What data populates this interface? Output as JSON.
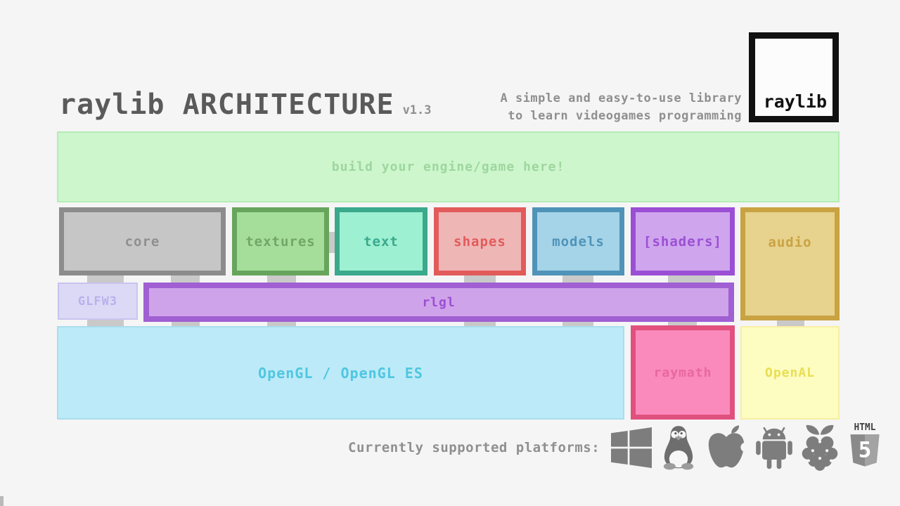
{
  "colors": {
    "background": "#f5f5f5",
    "connector": "#c9c9c9",
    "corner_mark": "#b9b9b9",
    "title": "#5a5a5a",
    "muted": "#8f8f8f",
    "icon_gray": "#7d7d7d"
  },
  "header": {
    "title": "raylib ARCHITECTURE",
    "version": "v1.3",
    "tagline_line1": "A simple and easy-to-use library",
    "tagline_line2": "to learn videogames programming"
  },
  "logo": {
    "text": "raylib",
    "border": "#111111",
    "fill": "#fcfcfc",
    "text_color": "#111111"
  },
  "diagram": {
    "engine_box": {
      "label": "build your engine/game here!",
      "fill": "#cdf6cd",
      "border": "#b5ecb5",
      "text": "#9ed69e"
    },
    "modules": [
      {
        "label": "core",
        "fill": "#c6c6c6",
        "border": "#8c8c8c",
        "text": "#8f8f8f"
      },
      {
        "label": "textures",
        "fill": "#a5de9b",
        "border": "#68a55c",
        "text": "#72a568"
      },
      {
        "label": "text",
        "fill": "#9ef0d2",
        "border": "#3aa98c",
        "text": "#3aa98c"
      },
      {
        "label": "shapes",
        "fill": "#efb6b6",
        "border": "#e25b5b",
        "text": "#e25b5b"
      },
      {
        "label": "models",
        "fill": "#a5d4e8",
        "border": "#4f93b8",
        "text": "#4f93b8"
      },
      {
        "label": "[shaders]",
        "fill": "#cfa5ee",
        "border": "#9b4fd4",
        "text": "#9b4fd4"
      },
      {
        "label": "audio",
        "fill": "#e7d28e",
        "border": "#c9a342",
        "text": "#c9a342"
      }
    ],
    "glfw_box": {
      "label": "GLFW3",
      "fill": "#dcd9f7",
      "border": "#c9c3f0",
      "text": "#b9b1ea"
    },
    "rlgl_box": {
      "label": "rlgl",
      "fill": "#cfa3ea",
      "border": "#a05fd2",
      "text": "#9b4fd4"
    },
    "opengl_box": {
      "label": "OpenGL / OpenGL ES",
      "fill": "#bdeaf8",
      "border": "#a9ddee",
      "text": "#4ec7e0"
    },
    "raymath_box": {
      "label": "raymath",
      "fill": "#fa8abc",
      "border": "#e0517e",
      "text": "#e8689c"
    },
    "openal_box": {
      "label": "OpenAL",
      "fill": "#fdfcc1",
      "border": "#f6f0a2",
      "text": "#e8df52"
    }
  },
  "platforms": {
    "label": "Currently supported platforms:",
    "icons": [
      "windows-icon",
      "linux-icon",
      "apple-icon",
      "android-icon",
      "raspberry-pi-icon",
      "html5-icon"
    ],
    "html5_badge": {
      "top_text": "HTML",
      "number": "5"
    }
  }
}
